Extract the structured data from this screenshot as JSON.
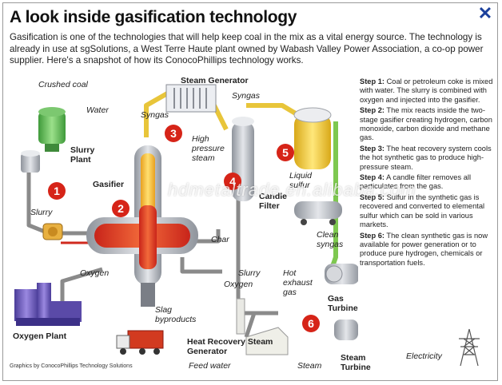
{
  "title": "A look inside gasification technology",
  "intro": "Gasification is one of the technologies that will help keep coal in the mix as a vital energy source. The technology is already in use at sgSolutions, a West Terre Haute plant owned by Wabash Valley Power Association, a co-op power supplier. Here's a snapshot of how its ConocoPhillips technology works.",
  "close_glyph": "✕",
  "steps": [
    {
      "label": "Step 1:",
      "text": "Coal or petroleum coke is mixed with water. The slurry is combined with oxygen and injected into the gasifier."
    },
    {
      "label": "Step 2:",
      "text": "The mix reacts inside the two-stage gasifier creating hydrogen, carbon monoxide, carbon dioxide and methane gas."
    },
    {
      "label": "Step 3:",
      "text": "The heat recovery system cools the hot synthetic gas to produce high-pressure steam."
    },
    {
      "label": "Step 4:",
      "text": "A candle filter removes all particulates from the gas."
    },
    {
      "label": "Step 5:",
      "text": "Sulfur in the synthetic gas is recovered and converted to elemental sulfur which can be sold in various markets."
    },
    {
      "label": "Step 6:",
      "text": "The clean synthetic gas is now available for power generation or to produce pure hydrogen, chemicals or transportation fuels."
    }
  ],
  "labels": {
    "crushed_coal": "Crushed coal",
    "water": "Water",
    "slurry_plant": "Slurry Plant",
    "slurry": "Slurry",
    "oxygen": "Oxygen",
    "oxygen_plant": "Oxygen Plant",
    "gasifier": "Gasifier",
    "steam_generator": "Steam Generator",
    "syngas_left": "Syngas",
    "syngas_right": "Syngas",
    "high_pressure_steam": "High pressure steam",
    "candle_filter": "Candle Filter",
    "liquid_sulfur": "Liquid sulfur",
    "clean_syngas": "Clean syngas",
    "char": "Char",
    "slurry_oxygen_1": "Slurry",
    "slurry_oxygen_2": "Oxygen",
    "slag_byproducts": "Slag byproducts",
    "hot_exhaust_gas": "Hot exhaust gas",
    "gas_turbine": "Gas Turbine",
    "heat_recovery": "Heat Recovery Steam Generator",
    "feed_water": "Feed water",
    "steam": "Steam",
    "steam_turbine": "Steam Turbine",
    "electricity": "Electricity"
  },
  "step_numbers": [
    "1",
    "2",
    "3",
    "4",
    "5",
    "6"
  ],
  "credit": "Graphics by ConocoPhillips Technology Solutions",
  "watermark": "hdmetaltrade.en.alibaba.com",
  "colors": {
    "step_badge": "#d62418",
    "pipe": "#8a8a8a",
    "syngas_pipe": "#e8c53a",
    "clean_pipe": "#7ec850",
    "gasifier_body": "#b8bcc4",
    "gasifier_core": "#f2c030",
    "gasifier_hot": "#e2382a",
    "oxygen_plant": "#6a58b8",
    "truck": "#d23a20",
    "close": "#1a3f9c"
  }
}
